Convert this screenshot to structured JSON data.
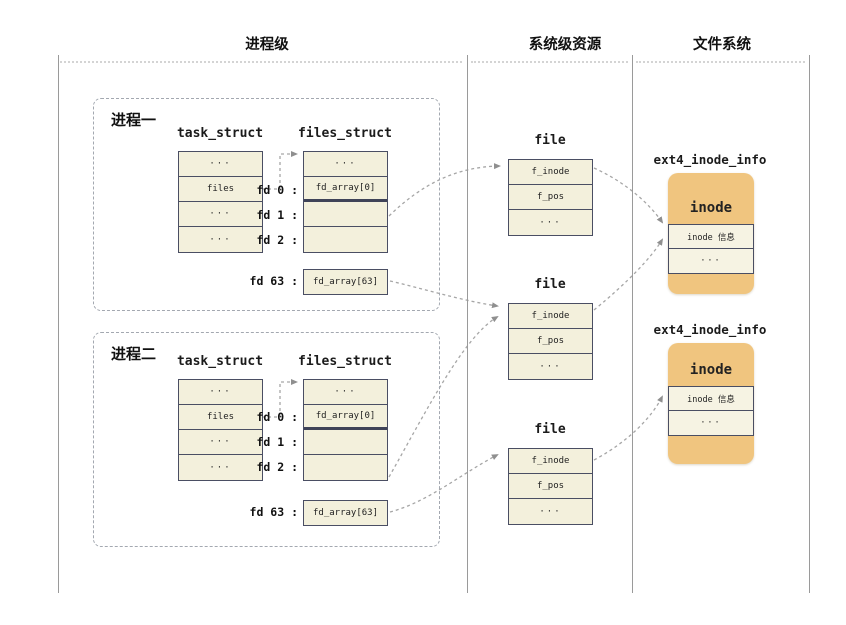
{
  "columns": [
    {
      "label": "进程级"
    },
    {
      "label": "系统级资源"
    },
    {
      "label": "文件系统"
    }
  ],
  "processes": [
    {
      "label": "进程一",
      "task_struct": {
        "title": "task_struct",
        "rows": [
          "···",
          "files",
          "···",
          "···"
        ]
      },
      "files_struct": {
        "title": "files_struct",
        "row_dots": "···",
        "row_fd0": "fd_array[0]",
        "row_fd63": "fd_array[63]"
      },
      "fd_labels": [
        "fd 0 :",
        "fd 1 :",
        "fd 2 :",
        "fd 63 :"
      ]
    },
    {
      "label": "进程二",
      "task_struct": {
        "title": "task_struct",
        "rows": [
          "···",
          "files",
          "···",
          "···"
        ]
      },
      "files_struct": {
        "title": "files_struct",
        "row_dots": "···",
        "row_fd0": "fd_array[0]",
        "row_fd63": "fd_array[63]"
      },
      "fd_labels": [
        "fd 0 :",
        "fd 1 :",
        "fd 2 :",
        "fd 63 :"
      ]
    }
  ],
  "file_tables": [
    {
      "title": "file",
      "rows": [
        "f_inode",
        "f_pos",
        "···"
      ]
    },
    {
      "title": "file",
      "rows": [
        "f_inode",
        "f_pos",
        "···"
      ]
    },
    {
      "title": "file",
      "rows": [
        "f_inode",
        "f_pos",
        "···"
      ]
    }
  ],
  "inode_blocks": [
    {
      "title": "ext4_inode_info",
      "heading": "inode",
      "rows": [
        "inode 信息",
        "···"
      ]
    },
    {
      "title": "ext4_inode_info",
      "heading": "inode",
      "rows": [
        "inode 信息",
        "···"
      ]
    }
  ],
  "colors": {
    "cell_fill": "#f3f0dc",
    "cell_border": "#4a4e63",
    "inode_fill": "#f0c57f",
    "connector_gray": "#a6a6a6",
    "column_line_gray": "#9a9a9a"
  }
}
